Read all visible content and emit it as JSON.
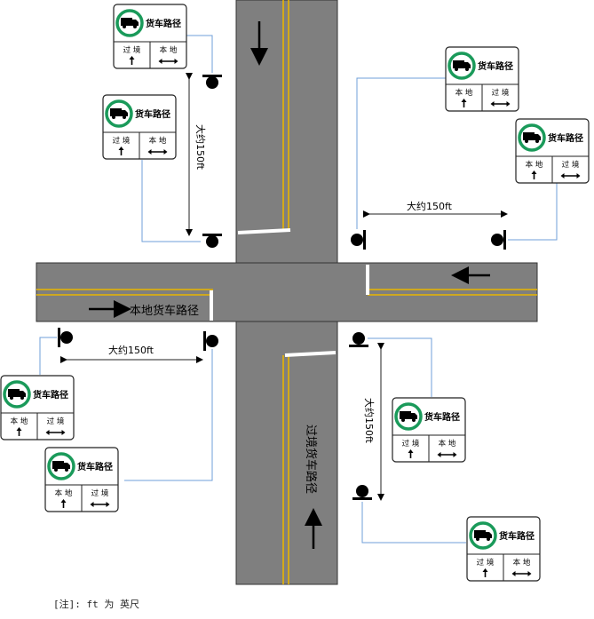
{
  "colors": {
    "road": "#7f7f7f",
    "road_edge": "#333333",
    "center_line": "#e8b500",
    "stop_line": "#ffffff",
    "sign_ring": "#1a9a5a",
    "leader_line": "#6f9fd8"
  },
  "icons": {
    "truck": "truck-icon",
    "arrow_up": "arrow-up-icon",
    "arrow_lr": "arrow-left-right-icon"
  },
  "signs": [
    {
      "title": "货车路径",
      "left": "过 境",
      "right": "本 地"
    },
    {
      "title": "货车路径",
      "left": "过 境",
      "right": "本 地"
    },
    {
      "title": "货车路径",
      "left": "本 地",
      "right": "过 境"
    },
    {
      "title": "货车路径",
      "left": "本 地",
      "right": "过 境"
    },
    {
      "title": "货车路径",
      "left": "本 地",
      "right": "过 境"
    },
    {
      "title": "货车路径",
      "left": "本 地",
      "right": "过 境"
    },
    {
      "title": "货车路径",
      "left": "过 境",
      "right": "本 地"
    },
    {
      "title": "货车路径",
      "left": "过 境",
      "right": "本 地"
    }
  ],
  "distances": {
    "nw": "大约150ft",
    "ne": "大约150ft",
    "sw": "大约150ft",
    "se": "大约150ft"
  },
  "road_labels": {
    "local": "本地货车路径",
    "through": "过境货车路径"
  },
  "note": "[注]: ft 为 英尺"
}
